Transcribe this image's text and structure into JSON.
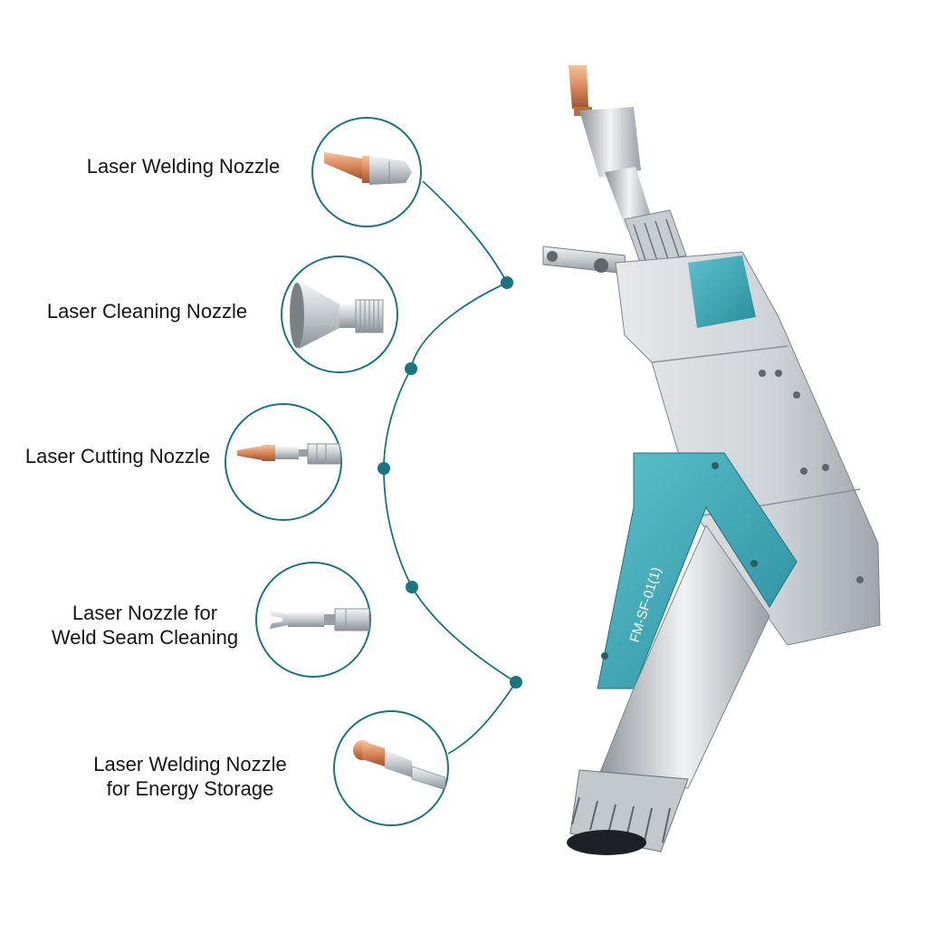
{
  "colors": {
    "accent": "#1a7580",
    "teal_body": "#3aa7b6",
    "copper": "#d9875a",
    "steel": "#bfc4c9"
  },
  "nozzles": [
    {
      "lines": [
        "Laser Welding Nozzle"
      ],
      "icon": "copper-tip-welding-nozzle"
    },
    {
      "lines": [
        "Laser Cleaning Nozzle"
      ],
      "icon": "cone-cleaning-nozzle"
    },
    {
      "lines": [
        "Laser Cutting Nozzle"
      ],
      "icon": "long-copper-cutting-nozzle"
    },
    {
      "lines": [
        "Laser Nozzle for",
        "Weld Seam Cleaning"
      ],
      "icon": "forked-seam-cleaning-nozzle"
    },
    {
      "lines": [
        "Laser Welding Nozzle",
        "for Energy Storage"
      ],
      "icon": "copper-cap-energy-storage-nozzle"
    }
  ],
  "device": {
    "name": "handheld-laser-welding-head",
    "side_marking": "FM-SF-01(1)"
  }
}
